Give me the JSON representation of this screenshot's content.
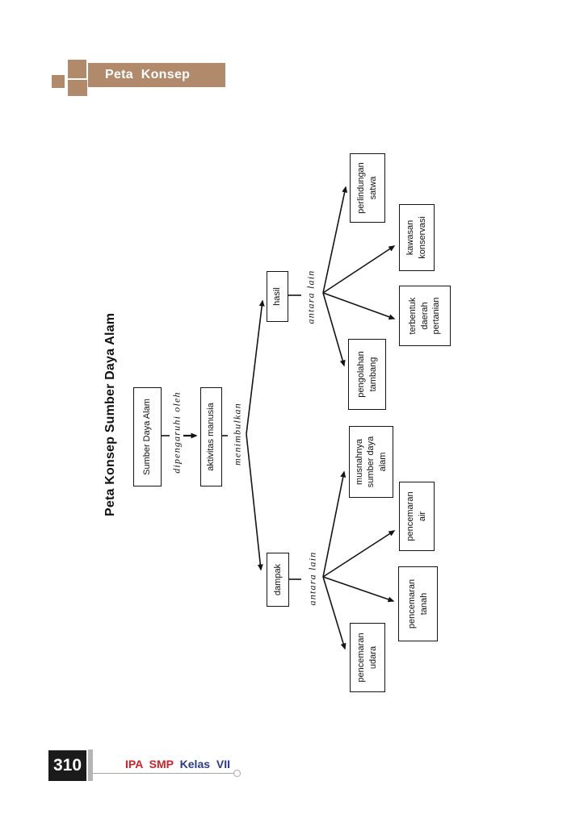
{
  "header": {
    "title": "Peta Konsep"
  },
  "footer": {
    "page_number": "310",
    "book_title_red": "IPA SMP",
    "book_title_blue": "Kelas VII"
  },
  "colors": {
    "accent_tan": "#b1896b",
    "footer_box_black": "#1b1b1b",
    "book_red": "#cc2229",
    "book_blue": "#2b3a8e",
    "line_gray": "#a6a6a6",
    "diagram_ink": "#141414"
  },
  "diagram": {
    "title": "Peta Konsep Sumber Daya Alam",
    "orientation_note": "diagram rotated 90 degrees counter-clockwise on page",
    "nodes": {
      "root": {
        "label": "Sumber Daya Alam"
      },
      "aktivitas": {
        "label": "aktivitas manusia"
      },
      "hasil": {
        "label": "hasil"
      },
      "dampak": {
        "label": "dampak"
      },
      "pengolahan": {
        "label": "pengolahan\ntambang"
      },
      "terbentuk": {
        "label": "terbentuk\ndaerah\npertanian"
      },
      "kawasan": {
        "label": "kawasan\nkonservasi"
      },
      "perlindungan": {
        "label": "perlindungan\nsatwa"
      },
      "musnahnya": {
        "label": "musnahnya\nsumber daya\nalam"
      },
      "air": {
        "label": "pencemaran\nair"
      },
      "tanah": {
        "label": "pencemaran\ntanah"
      },
      "udara": {
        "label": "pencemaran\nudara"
      }
    },
    "edge_labels": {
      "dipengaruhi": "dipengaruhi oleh",
      "menimbulkan": "menimbulkan",
      "antara_lain_hasil": "antara lain",
      "antara_lain_dampak": "antara lain"
    }
  }
}
